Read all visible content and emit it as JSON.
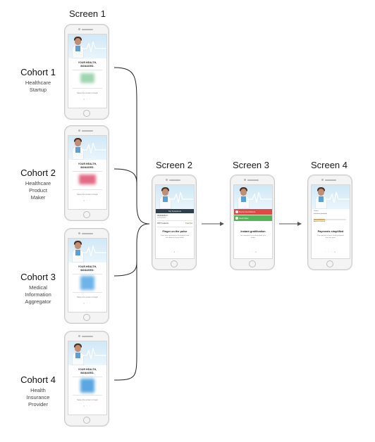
{
  "screens": [
    {
      "title": "Screen 1"
    },
    {
      "title": "Screen 2"
    },
    {
      "title": "Screen 3"
    },
    {
      "title": "Screen 4"
    }
  ],
  "cohorts": [
    {
      "title": "Cohort 1",
      "subtitle": "Healthcare\nStartup",
      "logo_color": "#9fd6b0"
    },
    {
      "title": "Cohort 2",
      "subtitle": "Healthcare\nProduct\nMaker",
      "logo_color": "#e46b86"
    },
    {
      "title": "Cohort 3",
      "subtitle": "Medical\nInformation\nAggregator",
      "logo_color": "#6fb4e8"
    },
    {
      "title": "Cohort 4",
      "subtitle": "Health\nInsurance\nProvider",
      "logo_color": "#5aa7e2"
    }
  ],
  "screen1": {
    "tagline_line1": "YOUR HEALTH,",
    "tagline_line2": "MANAGED.",
    "swipe_text": "Swipe the screen to begin"
  },
  "screen2": {
    "bar_label": "My Symptoms",
    "row1_label": "WEDNESDAY",
    "row1_sub": "JAN 8 2014",
    "row2_label": "PRP Headache",
    "row2_value": "Feel fine",
    "heading": "Finger on the pulse",
    "description": "Track your symptoms to find patterns and alert doctors to your health"
  },
  "screen3": {
    "red_label": "Recommendations",
    "green_label": "Heart Rate",
    "heading": "Instant gratification",
    "description": "Get reminders in real-time about your health"
  },
  "screen4": {
    "row1": "Claims",
    "row2": "Insurance premium",
    "row3": "Amount covered",
    "heading": "Payments simplified",
    "description": "Pay and track all your health payments from one place",
    "progress": 0.35
  },
  "colors": {
    "arrow": "#555555",
    "bracket": "#222222"
  }
}
